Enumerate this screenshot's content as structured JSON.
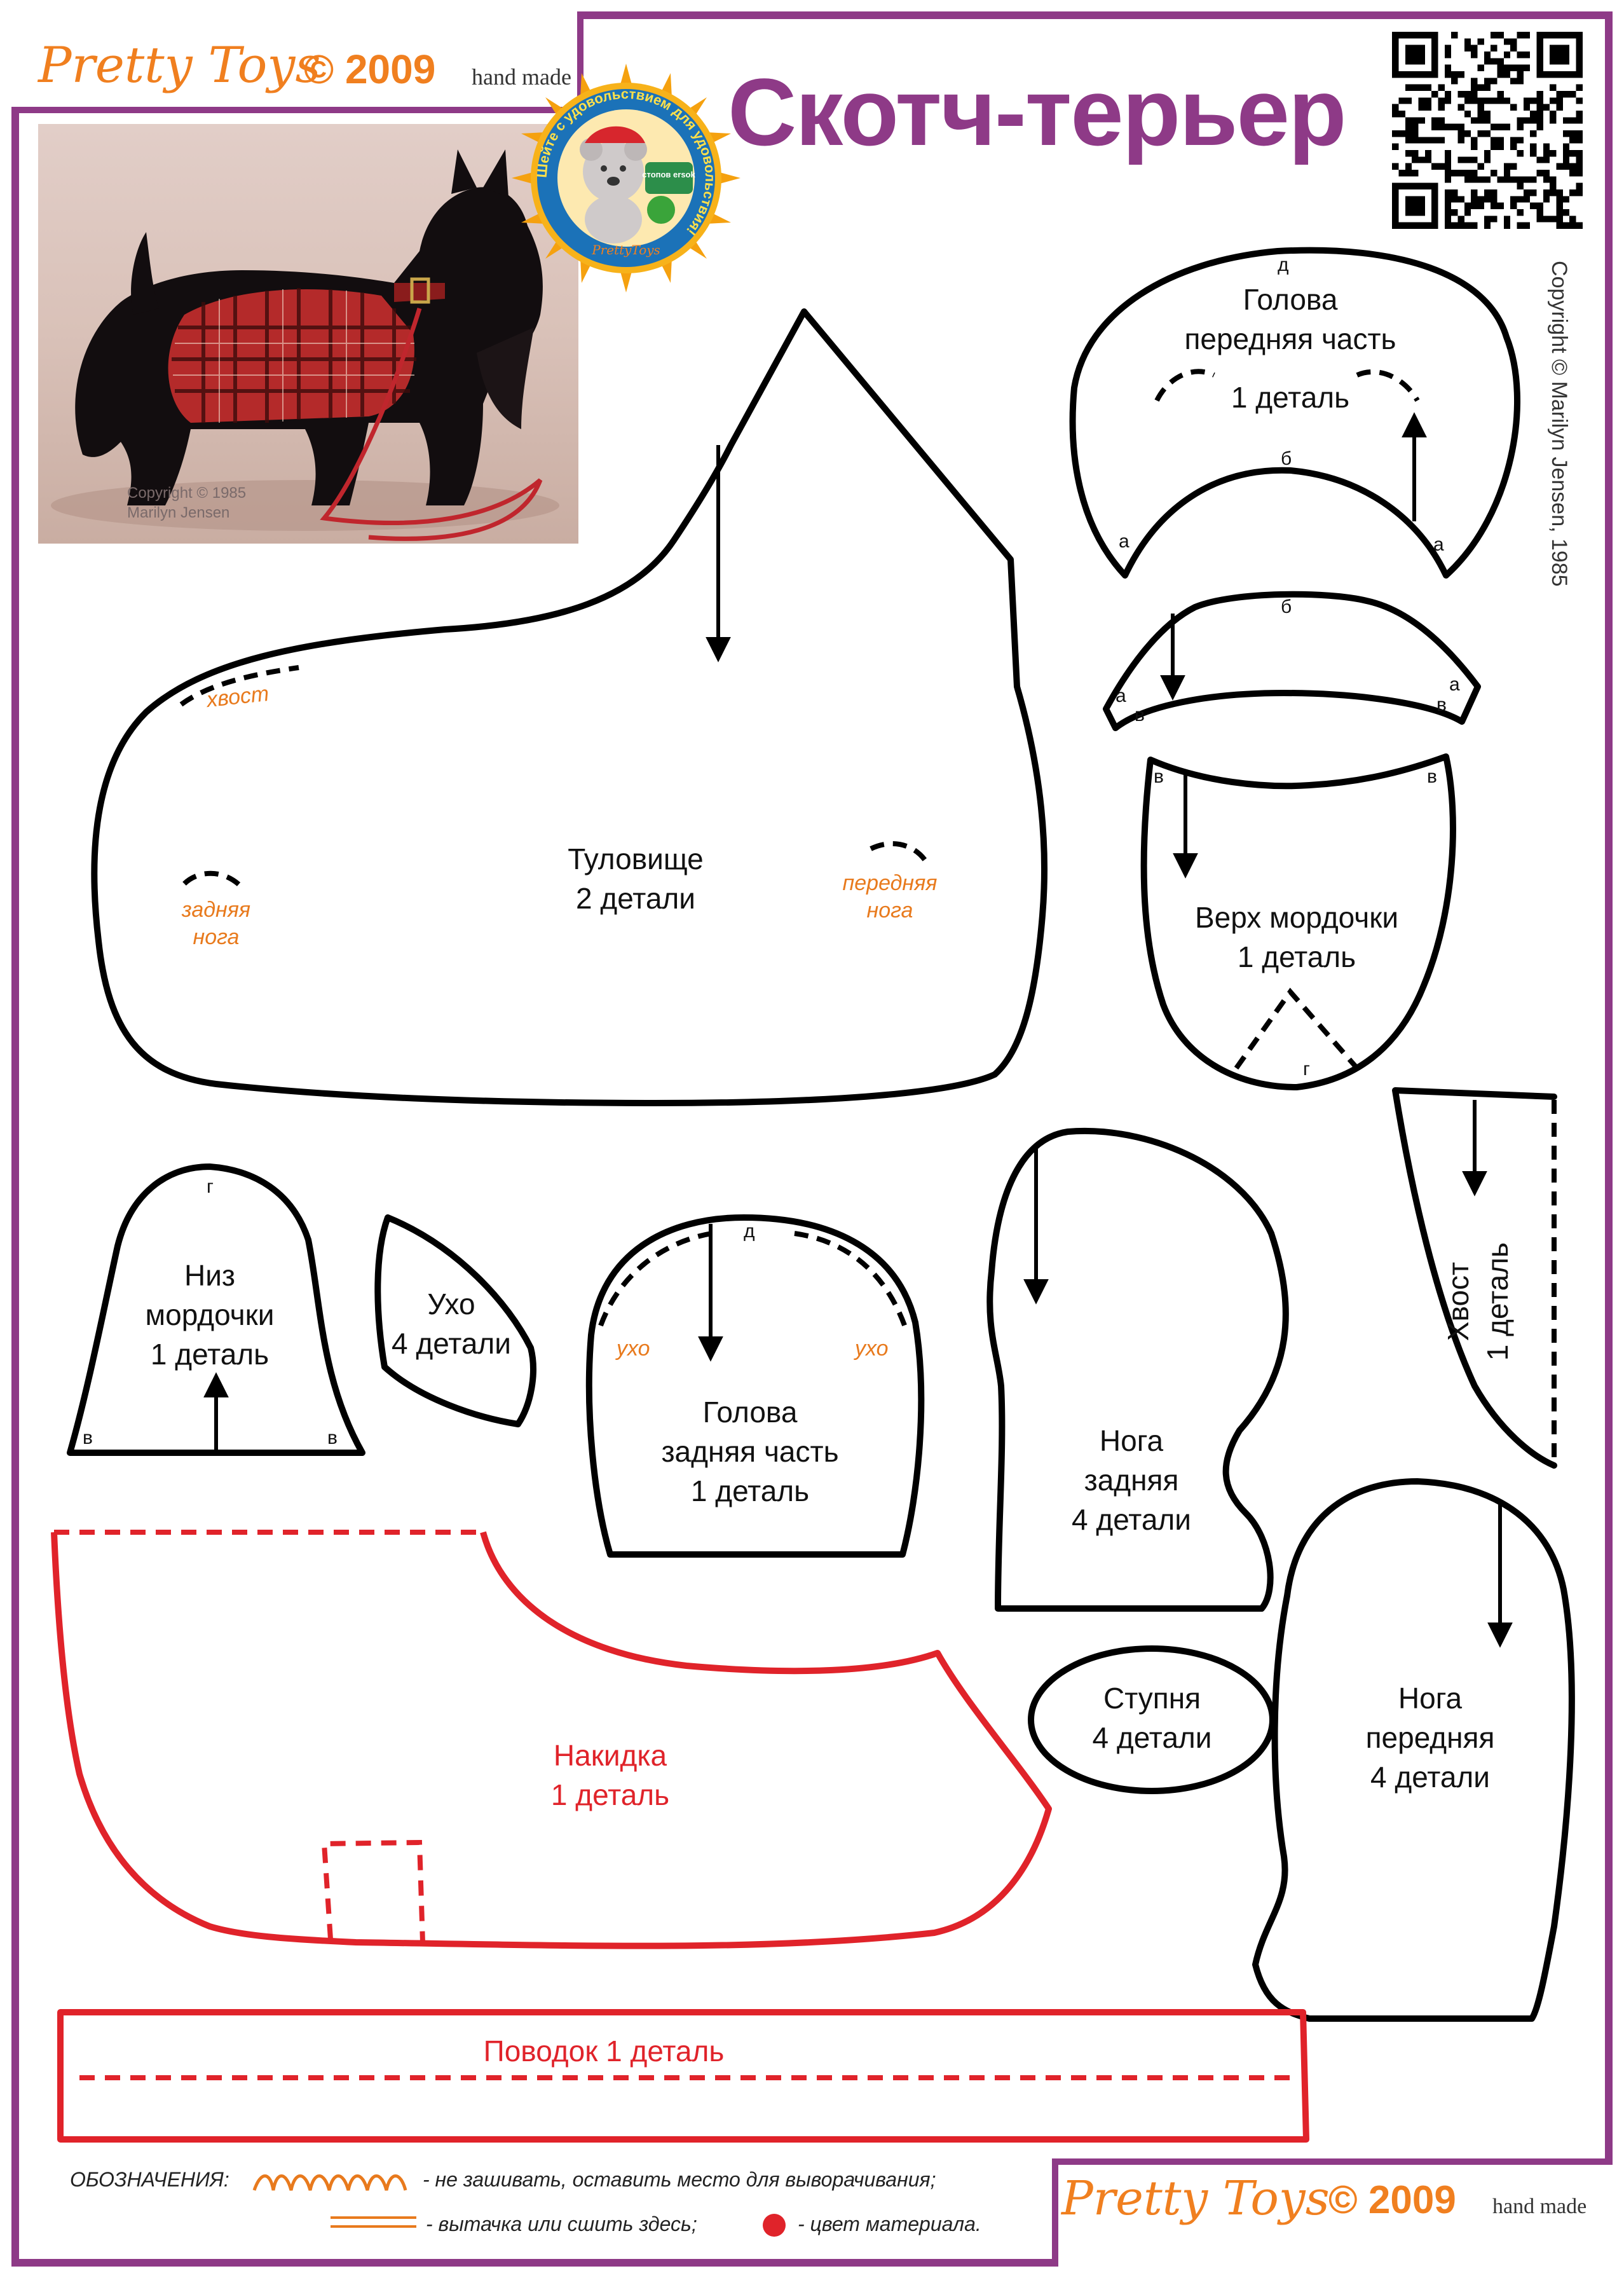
{
  "header": {
    "brand": "Pretty Toys",
    "year": "© 2009",
    "handmade": "hand made",
    "title": "Скотч-терьер"
  },
  "photo": {
    "caption_line1": "Copyright © 1985",
    "caption_line2": "Marilyn Jensen"
  },
  "badge": {
    "ring_text": "Шейте с удовольствием для удовольствия!",
    "center_text": "стопов ersok",
    "bottom_text": "PrettyToys"
  },
  "copyright": "Copyright © Marilyn Jensen, 1985",
  "pieces": {
    "head_front": {
      "name": "Голова",
      "sub": "передняя часть",
      "count": "1 деталь"
    },
    "body": {
      "name": "Туловище",
      "count": "2 детали"
    },
    "muzzle_top": {
      "name": "Верх мордочки",
      "count": "1 деталь"
    },
    "muzzle_bottom": {
      "l1": "Низ",
      "l2": "мордочки",
      "count": "1 деталь"
    },
    "ear": {
      "name": "Ухо",
      "count": "4 детали"
    },
    "head_back": {
      "name": "Голова",
      "sub": "задняя часть",
      "count": "1 деталь"
    },
    "leg_back": {
      "name": "Нога",
      "sub": "задняя",
      "count": "4 детали"
    },
    "tail": {
      "name": "Хвост",
      "count": "1 деталь"
    },
    "sole": {
      "name": "Ступня",
      "count": "4 детали"
    },
    "leg_front": {
      "name": "Нога",
      "sub": "передняя",
      "count": "4 детали"
    },
    "cape": {
      "name": "Накидка",
      "count": "1 деталь"
    },
    "leash": {
      "name": "Поводок 1 деталь"
    }
  },
  "annotations": {
    "tail": "хвост",
    "hind_leg_1": "задняя",
    "hind_leg_2": "нога",
    "front_leg_1": "передняя",
    "front_leg_2": "нога",
    "ear_left": "ухо",
    "ear_right": "ухо"
  },
  "marks": {
    "a": "а",
    "b": "б",
    "v": "в",
    "g": "г",
    "d": "д"
  },
  "legend": {
    "title": "ОБОЗНАЧЕНИЯ:",
    "no_sew": "- не зашивать, оставить место  для выворачивания;",
    "dart": "- вытачка или сшить здесь;",
    "color": "- цвет материала."
  },
  "colors": {
    "frame": "#8e3a87",
    "brand": "#f07f1f",
    "title": "#8e3a87",
    "outline": "#000000",
    "red_piece": "#e0232a",
    "annotation": "#e87a1d"
  }
}
